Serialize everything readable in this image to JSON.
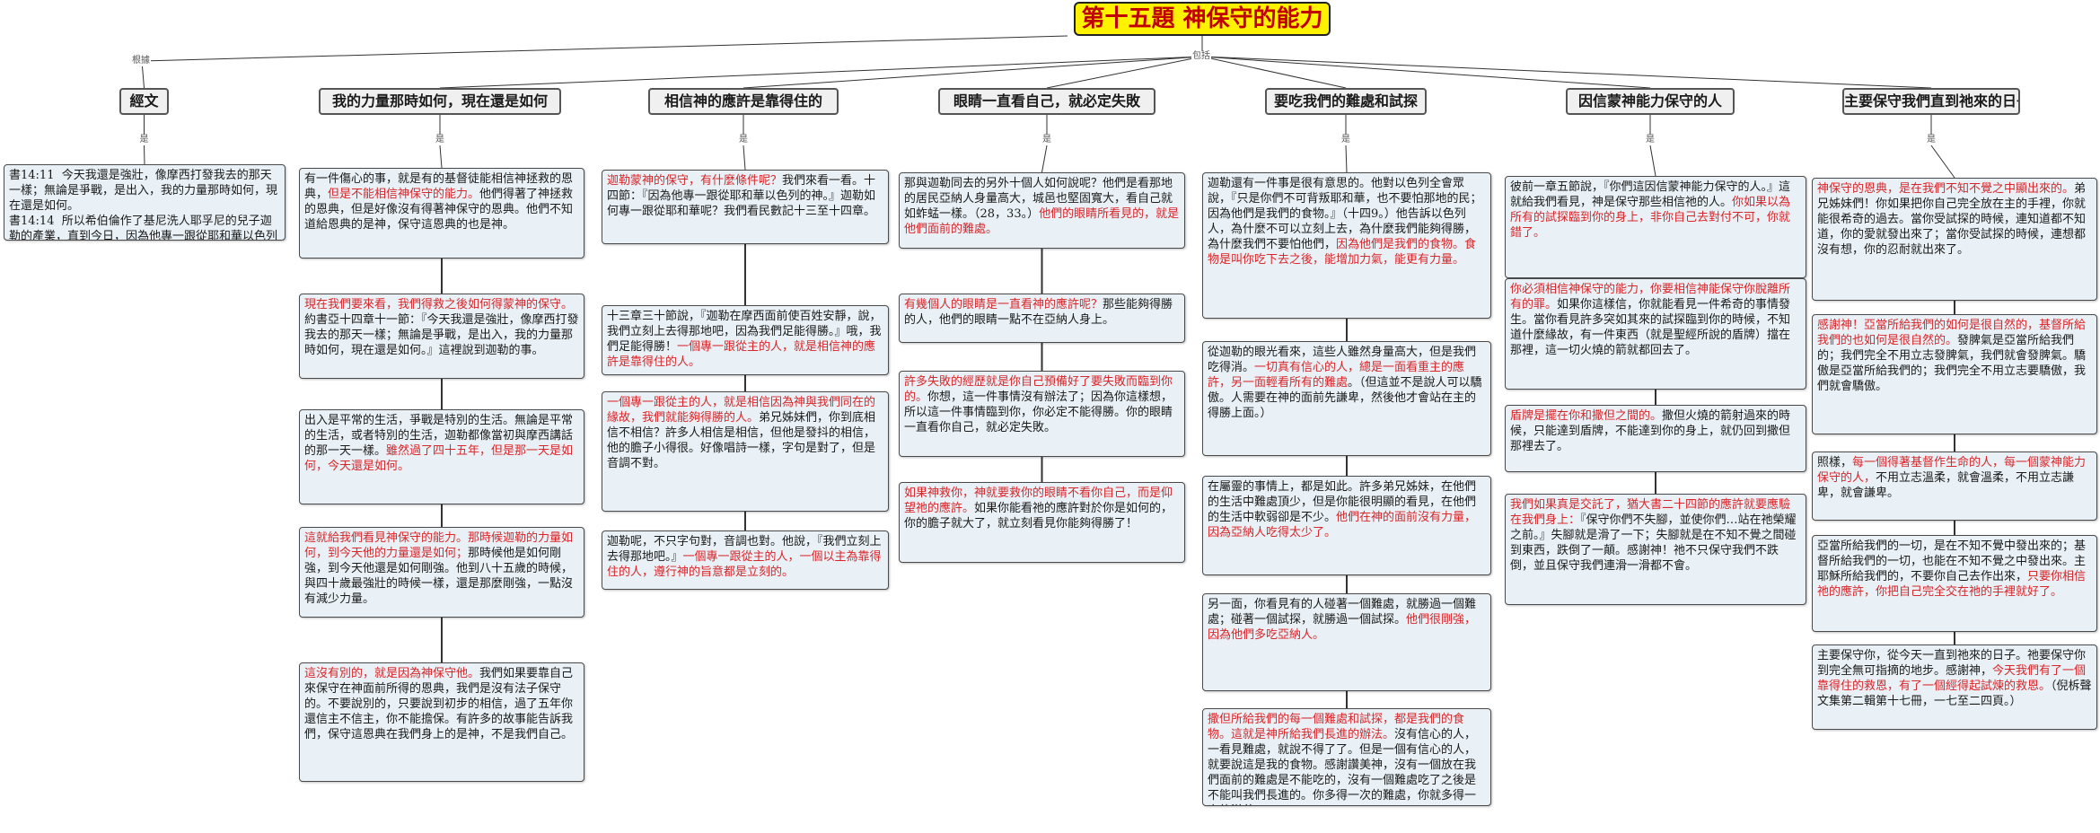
{
  "title": "第十五題  神保守的能力",
  "connectors": {
    "left": "根據",
    "center": "包括",
    "child": "是"
  },
  "colors": {
    "title_bg": "#fff200",
    "title_text": "#c00000",
    "emphasis": "#d8262a",
    "box_bg": "#e9f1f6"
  },
  "columns": [
    {
      "heading": "經文",
      "boxes": [
        [
          [
            "書14:11  今天我還是強壯，像摩西打發我去的那天一樣；無論是爭戰，是出入，我的力量那時如何，現在還是如何。\n書14:14  所以希伯倫作了基尼洗人耶孚尼的兒子迦勒的產業，直到今日，因為他專一跟從耶和華以色列的神。",
            "b"
          ]
        ]
      ]
    },
    {
      "heading": "我的力量那時如何，現在還是如何",
      "boxes": [
        [
          [
            "有一件傷心的事，就是有的基督徒能相信神拯救的恩典，",
            "b"
          ],
          [
            "但是不能相信神保守的能力。",
            "r"
          ],
          [
            "他們得著了神拯救的恩典，但是好像沒有得著神保守的恩典。他們不知道給恩典的是神，保守這恩典的也是神。",
            "b"
          ]
        ],
        [
          [
            "現在我們要來看，我們得救之後如何得蒙神的保守。",
            "r"
          ],
          [
            "約書亞十四章十一節：『今天我還是強壯，像摩西打發我去的那天一樣；無論是爭戰，是出入，我的力量那時如何，現在還是如何。』這裡說到迦勒的事。",
            "b"
          ]
        ],
        [
          [
            "出入是平常的生活，爭戰是特別的生活。無論是平常的生活，或者特別的生活，迦勒都像當初與摩西講話的那一天一樣。",
            "b"
          ],
          [
            "雖然過了四十五年，但是那一天是如何，今天還是如何。",
            "r"
          ]
        ],
        [
          [
            "這就給我們看見神保守的能力。那時候迦勒的力量如何，到今天他的力量還是如何；",
            "r"
          ],
          [
            "那時候他是如何剛強，到今天他還是如何剛強。他到八十五歲的時候，與四十歲最強壯的時候一樣，還是那麼剛強，一點沒有減少力量。",
            "b"
          ]
        ],
        [
          [
            "這沒有別的，就是因為神保守他。",
            "r"
          ],
          [
            "我們如果要靠自己來保守在神面前所得的恩典，我們是沒有法子保守的。不要說別的，只要說到初步的相信，過了五年你還信主不信主，你不能擔保。有許多的故事能告訴我們，保守這恩典在我們身上的是神，不是我們自己。",
            "b"
          ]
        ]
      ]
    },
    {
      "heading": "相信神的應許是靠得住的",
      "boxes": [
        [
          [
            "迦勒蒙神的保守，有什麼條件呢？",
            "r"
          ],
          [
            "我們來看一看。十四節：『因為他專一跟從耶和華以色列的神。』迦勒如何專一跟從耶和華呢？我們看民數記十三至十四章。",
            "b"
          ]
        ],
        [
          [
            "十三章三十節說，『迦勒在摩西面前使百姓安靜，說，我們立刻上去得那地吧，因為我們足能得勝。』哦，我們足能得勝！",
            "b"
          ],
          [
            "一個專一跟從主的人，就是相信神的應許是靠得住的人。",
            "r"
          ]
        ],
        [
          [
            "一個專一跟從主的人，就是相信因為神與我們同在的緣故，我們就能夠得勝的人。",
            "r"
          ],
          [
            "弟兄姊妹們，你到底相信不相信？許多人相信是相信，但他是發抖的相信，他的膽子小得很。好像唱詩一樣，字句是對了，但是音調不對。",
            "b"
          ]
        ],
        [
          [
            "迦勒呢，不只字句對，音調也對。他說，『我們立刻上去得那地吧。』",
            "b"
          ],
          [
            "一個專一跟從主的人，一個以主為靠得住的人，遵行神的旨意都是立刻的。",
            "r"
          ]
        ]
      ]
    },
    {
      "heading": "眼睛一直看自己，就必定失敗",
      "boxes": [
        [
          [
            "那與迦勒同去的另外十個人如何說呢？他們是看那地的居民亞納人身量高大，城邑也堅固寬大，看自己就如蚱蜢一樣。（28，33。）",
            "b"
          ],
          [
            "他們的眼睛所看見的，就是他們面前的難處。",
            "r"
          ]
        ],
        [
          [
            "有幾個人的眼睛是一直看神的應許呢？",
            "r"
          ],
          [
            "那些能夠得勝的人，他們的眼睛一點不在亞納人身上。",
            "b"
          ]
        ],
        [
          [
            "許多失敗的經歷就是你自己預備好了要失敗而臨到你的。",
            "r"
          ],
          [
            "你想，這一件事情沒有辦法了；因為你這樣想，所以這一件事情臨到你，你必定不能得勝。你的眼睛一直看你自己，就必定失敗。",
            "b"
          ]
        ],
        [
          [
            "如果神救你，神就要救你的眼睛不看你自己，而是仰望祂的應許。",
            "r"
          ],
          [
            "如果你能看祂的應許對於你是如何的，你的膽子就大了，就立刻看見你能夠得勝了！",
            "b"
          ]
        ]
      ]
    },
    {
      "heading": "要吃我們的難處和試探",
      "boxes": [
        [
          [
            "迦勒還有一件事是很有意思的。他對以色列全會眾說，『只是你們不可背叛耶和華，也不要怕那地的民；因為他們是我們的食物。』（十四9。）他告訴以色列人，為什麼不可以立刻上去，為什麼我們能夠得勝，為什麼我們不要怕他們，",
            "b"
          ],
          [
            "因為他們是我們的食物。食物是叫你吃下去之後，能增加力氣，能更有力量。",
            "r"
          ]
        ],
        [
          [
            "從迦勒的眼光看來，這些人雖然身量高大，但是我們吃得消。",
            "b"
          ],
          [
            "一切真有信心的人，總是一面看重主的應許，另一面輕看所有的難處",
            "r"
          ],
          [
            "。（但這並不是說人可以驕傲。人需要在神的面前先謙卑，然後他才會站在主的得勝上面。）",
            "b"
          ]
        ],
        [
          [
            "在屬靈的事情上，都是如此。許多弟兄姊妹，在他們的生活中難處頂少，但是你能很明顯的看見，在他們的生活中軟弱卻是不少。",
            "b"
          ],
          [
            "他們在神的面前沒有力量，因為亞納人吃得太少了。",
            "r"
          ]
        ],
        [
          [
            "另一面，你看見有的人碰著一個難處，就勝過一個難處；碰著一個試探，就勝過一個試探。",
            "b"
          ],
          [
            "他們很剛強，因為他們多吃亞納人。",
            "r"
          ]
        ],
        [
          [
            "撒但所給我們的每一個難處和試探，都是我們的食物。這就是神所給我們長進的辦法。",
            "r"
          ],
          [
            "沒有信心的人，一看見難處，就說不得了了。但是一個有信心的人，就要說這是我的食物。感謝讚美神，沒有一個放在我們面前的難處是不能吃的，沒有一個難處吃了之後是不能叫我們長進的。你多得一次的難處，你就多得一次的滋養。",
            "b"
          ]
        ]
      ]
    },
    {
      "heading": "因信蒙神能力保守的人",
      "boxes": [
        [
          [
            "彼前一章五節說，『你們這因信蒙神能力保守的人。』這就給我們看見，神是保守那些相信祂的人。",
            "b"
          ],
          [
            "你如果以為所有的試探臨到你的身上，非你自己去對付不可，你就錯了。",
            "r"
          ]
        ],
        [
          [
            "你必須相信神保守的能力，你要相信神能保守你脫離所有的罪。",
            "r"
          ],
          [
            "如果你這樣信，你就能看見一件希奇的事情發生。當你看見許多突如其來的試探臨到你的時候，不知道什麼緣故，有一件東西（就是聖經所說的盾牌）擋在那裡，這一切火燒的箭就都回去了。",
            "b"
          ]
        ],
        [
          [
            "盾牌是擺在你和撒但之間的。",
            "r"
          ],
          [
            "撒但火燒的箭射過來的時候，只能達到盾牌，不能達到你的身上，就仍回到撒但那裡去了。",
            "b"
          ]
        ],
        [
          [
            "我們如果真是交託了，猶大書二十四節的應許就要應驗在我們身上：",
            "r"
          ],
          [
            "『保守你們不失腳，並使你們…站在祂榮耀之前。』失腳就是滑了一下；失腳就是在不知不覺之間碰到東西，跌倒了一顛。感謝神！祂不只保守我們不跌倒，並且保守我們連滑一滑都不會。",
            "b"
          ]
        ]
      ]
    },
    {
      "heading": "主要保守我們直到祂來的日子",
      "boxes": [
        [
          [
            "神保守的恩典，是在我們不知不覺之中顯出來的。",
            "r"
          ],
          [
            "弟兄姊妹們！你如果把你自己完全放在主的手裡，你就能很希奇的過去。當你受試探的時候，連知道都不知道，你的愛就發出來了；當你受試探的時候，連想都沒有想，你的忍耐就出來了。",
            "b"
          ]
        ],
        [
          [
            "感謝神！亞當所給我們的如何是很自然的，基督所給我們的也如何是很自然的。",
            "r"
          ],
          [
            "發脾氣是亞當所給我們的；我們完全不用立志發脾氣，我們就會發脾氣。驕傲是亞當所給我們的；我們完全不用立志要驕傲，我們就會驕傲。",
            "b"
          ]
        ],
        [
          [
            "照樣，",
            "b"
          ],
          [
            "每一個得著基督作生命的人，每一個蒙神能力保守的人，",
            "r"
          ],
          [
            "不用立志溫柔，就會溫柔，不用立志謙卑，就會謙卑。",
            "b"
          ]
        ],
        [
          [
            "亞當所給我們的一切，是在不知不覺中發出來的；基督所給我們的一切，也能在不知不覺之中發出來。主耶穌所給我們的，不要你自己去作出來，",
            "b"
          ],
          [
            "只要你相信祂的應許，你把自己完全交在祂的手裡就好了。",
            "r"
          ]
        ],
        [
          [
            "主要保守你，從今天一直到祂來的日子。祂要保守你到完全無可指摘的地步。感謝神，",
            "b"
          ],
          [
            "今天我們有了一個靠得住的救恩，有了一個經得起試煉的救恩。",
            "r"
          ],
          [
            "（倪柝聲文集第二輯第十七冊，一七至二四頁。）",
            "b"
          ]
        ]
      ]
    }
  ]
}
